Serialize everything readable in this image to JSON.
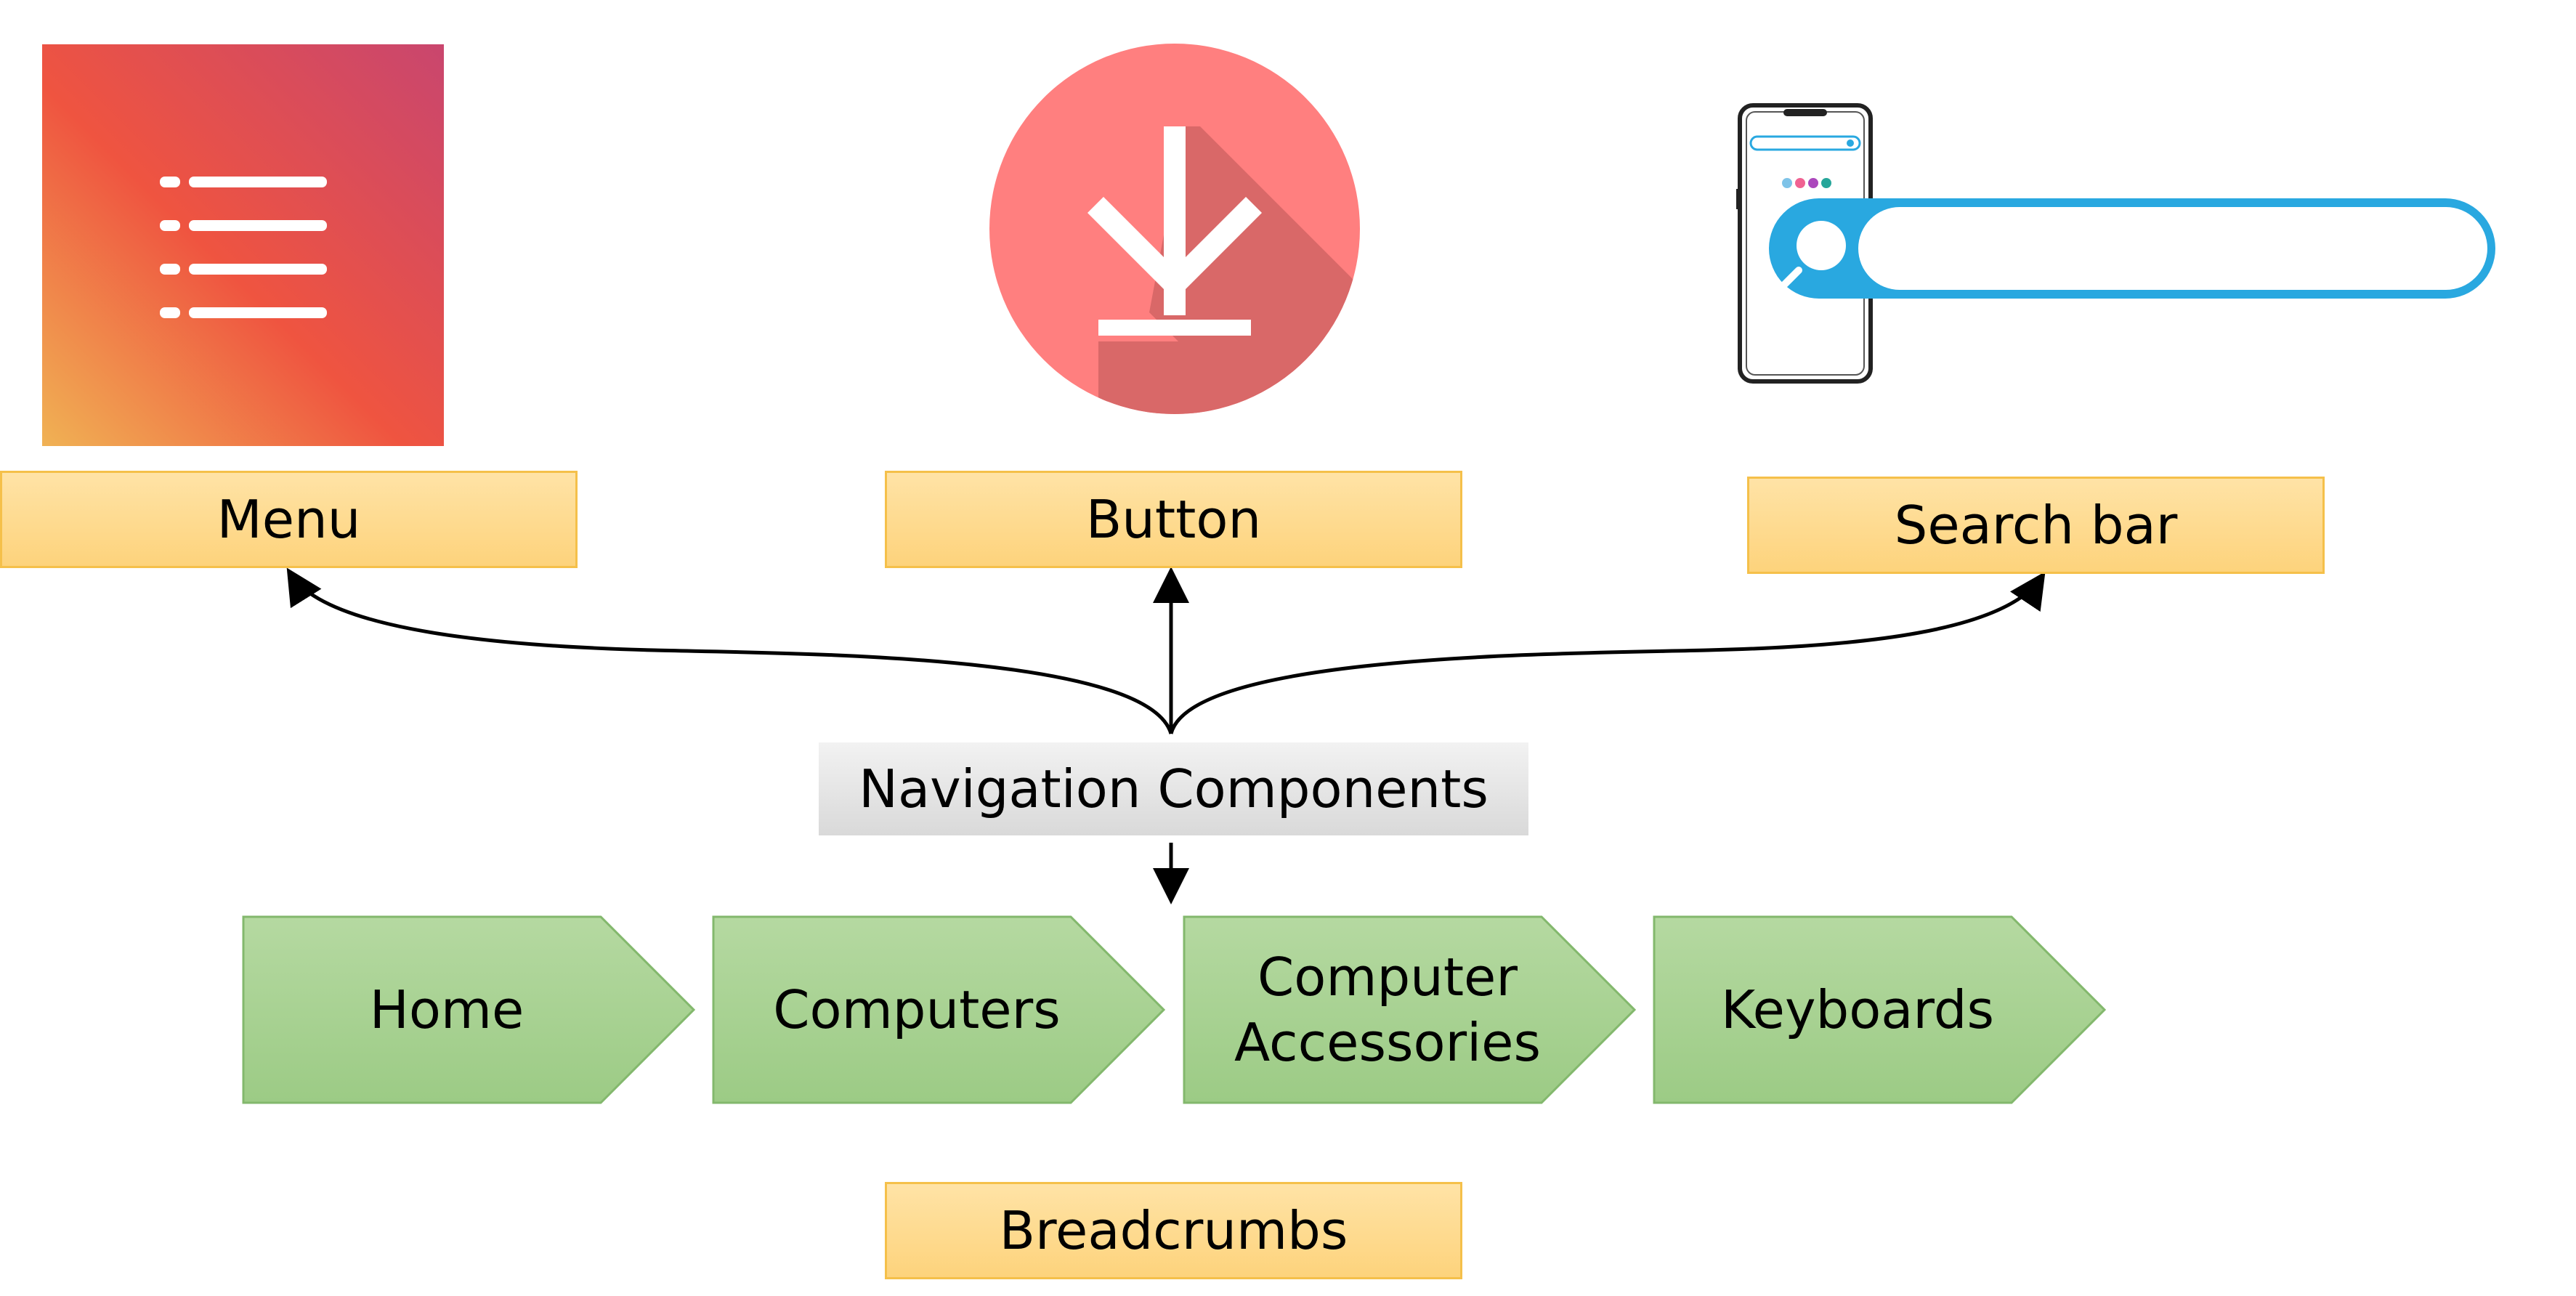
{
  "title": "Navigation Components",
  "components": {
    "menu": {
      "label": "Menu",
      "icon": "menu-list-icon"
    },
    "button": {
      "label": "Button",
      "icon": "download-icon"
    },
    "search": {
      "label": "Search bar",
      "icon": "smartphone-search-icon"
    }
  },
  "breadcrumbs": {
    "label": "Breadcrumbs",
    "items": [
      "Home",
      "Computers",
      "Computer\nAccessories",
      "Keyboards"
    ]
  },
  "colors": {
    "label_fill": "#fdd37c",
    "breadcrumb_fill": "#a9d18e",
    "button_circle": "#ff7f7f",
    "search_accent": "#29a8e0",
    "menu_gradient": [
      "#f0b254",
      "#ef5440",
      "#c9466e"
    ]
  }
}
